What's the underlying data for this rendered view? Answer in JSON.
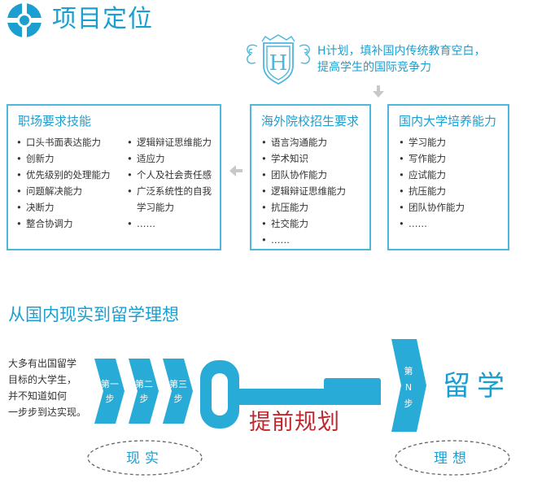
{
  "header": {
    "title": "项目定位"
  },
  "slogan": {
    "line1": "H计划，填补国内传统教育空白，",
    "line2": "提高学生的国际竞争力"
  },
  "crest": {
    "letter": "H"
  },
  "boxes": {
    "workplace": {
      "title": "职场要求技能",
      "col1": [
        "口头书面表达能力",
        "创新力",
        "优先级别的处理能力",
        "问题解决能力",
        "决断力",
        "整合协调力"
      ],
      "col2": [
        "逻辑辩证思维能力",
        "适应力",
        "个人及社会责任感",
        "广泛系统性的自我",
        "学习能力",
        "……"
      ]
    },
    "overseas": {
      "title": "海外院校招生要求",
      "items": [
        "语言沟通能力",
        "学术知识",
        "团队协作能力",
        "逻辑辩证思维能力",
        "抗压能力",
        "社交能力",
        "……"
      ]
    },
    "domestic": {
      "title": "国内大学培养能力",
      "items": [
        "学习能力",
        "写作能力",
        "应试能力",
        "抗压能力",
        "团队协作能力",
        "……"
      ]
    }
  },
  "bullet": "•",
  "section2": {
    "title": "从国内现实到留学理想",
    "description": [
      "大多有出国留学",
      "目标的大学生，",
      "并不知道如何",
      "一步步到达实现。"
    ],
    "steps": [
      {
        "line1": "第一",
        "line2": "步"
      },
      {
        "line1": "第二",
        "line2": "步"
      },
      {
        "line1": "第三",
        "line2": "步"
      }
    ],
    "final_step": {
      "line1": "第",
      "line2": "N",
      "line3": "步"
    },
    "plan_label": "提前规划",
    "destination": "留学",
    "reality_label": "现实",
    "ideal_label": "理想"
  },
  "colors": {
    "accent": "#1a9fd0",
    "box_border": "#4eb7dc",
    "plan_red": "#c0282e",
    "arrow_gray": "#c8c8c8",
    "step_fill": "#29abd8"
  }
}
